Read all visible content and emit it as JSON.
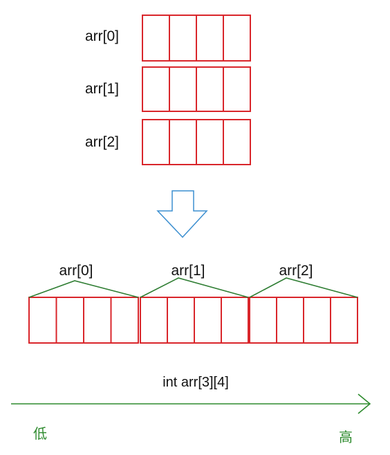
{
  "colors": {
    "cell_border": "#d9262b",
    "bracket": "#2e7d32",
    "axis": "#2e8b2e",
    "down_arrow": "#3c8fd0",
    "text": "#111111",
    "end_label": "#2e8b2e"
  },
  "rows": [
    {
      "label": "arr[0]",
      "cells": 4
    },
    {
      "label": "arr[1]",
      "cells": 4
    },
    {
      "label": "arr[2]",
      "cells": 4
    }
  ],
  "segments": [
    {
      "label": "arr[0]",
      "cells": 4
    },
    {
      "label": "arr[1]",
      "cells": 4
    },
    {
      "label": "arr[2]",
      "cells": 4
    }
  ],
  "caption": "int arr[3][4]",
  "axis": {
    "low_label": "低",
    "high_label": "高"
  },
  "icons": {
    "transform_arrow": "down-arrow-icon",
    "axis_arrow": "right-arrow-icon"
  }
}
